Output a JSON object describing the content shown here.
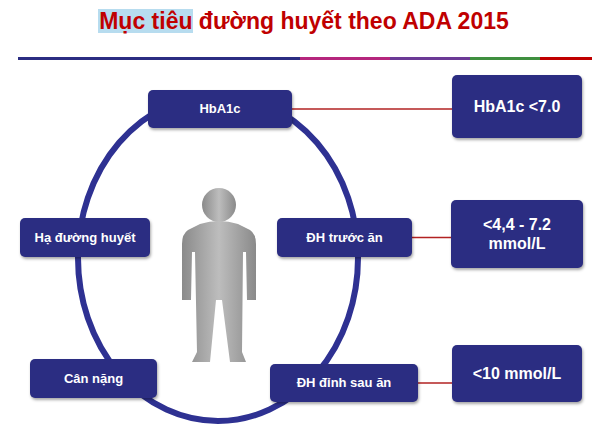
{
  "diagram": {
    "title": "Mục tiêu đường huyết theo ADA 2015",
    "nodes": [
      {
        "text": [
          "HbA1c"
        ]
      },
      {
        "text": [
          "HbA1c <7.0"
        ]
      },
      {
        "text": [
          "Hạ đường huyết"
        ]
      },
      {
        "text": [
          "ĐH trước ăn"
        ]
      },
      {
        "text": [
          "<4,4 - 7.2 mmol/L"
        ]
      },
      {
        "text": [
          "Cân nặng"
        ]
      },
      {
        "text": [
          "ĐH đỉnh sau ăn"
        ]
      },
      {
        "text": [
          "<10 mmol/L"
        ]
      }
    ],
    "edges": [
      {
        "from": 0,
        "to": 1,
        "arrow": "none"
      },
      {
        "from": 3,
        "to": 4,
        "arrow": "none"
      },
      {
        "from": 6,
        "to": 7,
        "arrow": "none"
      }
    ]
  }
}
